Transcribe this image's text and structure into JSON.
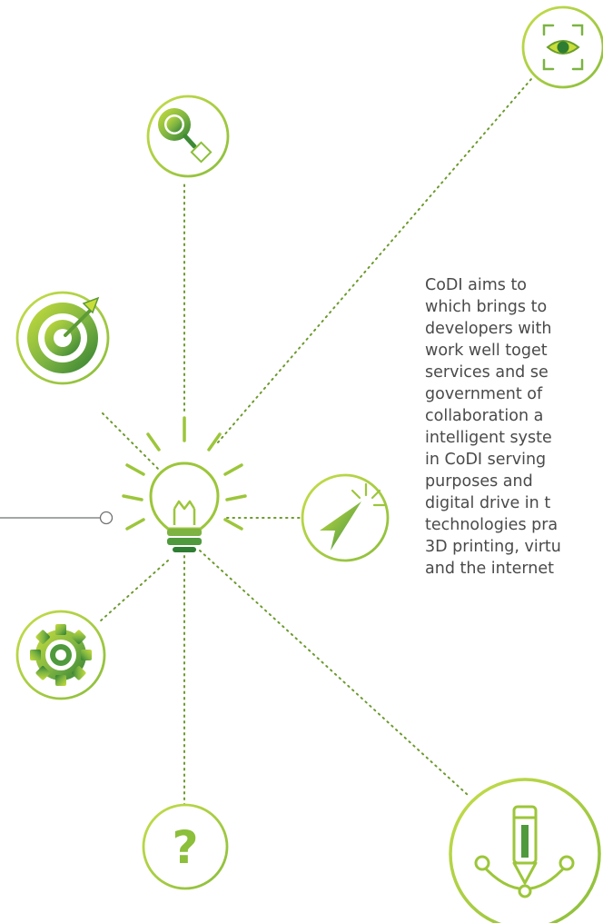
{
  "colors": {
    "green_light": "#c9de3b",
    "green_mid": "#8cbf3a",
    "green_dark": "#2e7d32",
    "connector": "#6d9a2e",
    "text": "#4a4a4a"
  },
  "icons": [
    "eye-scan-icon",
    "magnifier-diamond-icon",
    "target-arrow-icon",
    "lightbulb-icon",
    "cursor-click-icon",
    "gear-icon",
    "question-icon",
    "pencil-curve-icon"
  ],
  "body_lines": [
    "CoDI aims to",
    "which brings to",
    "developers with",
    "work well toget",
    "services and se",
    "government of",
    "collaboration a",
    "intelligent syste",
    "in CoDI serving",
    "purposes and",
    "digital drive in t",
    "technologies pra",
    "3D printing, virtu",
    "and the internet"
  ],
  "question_glyph": "?"
}
